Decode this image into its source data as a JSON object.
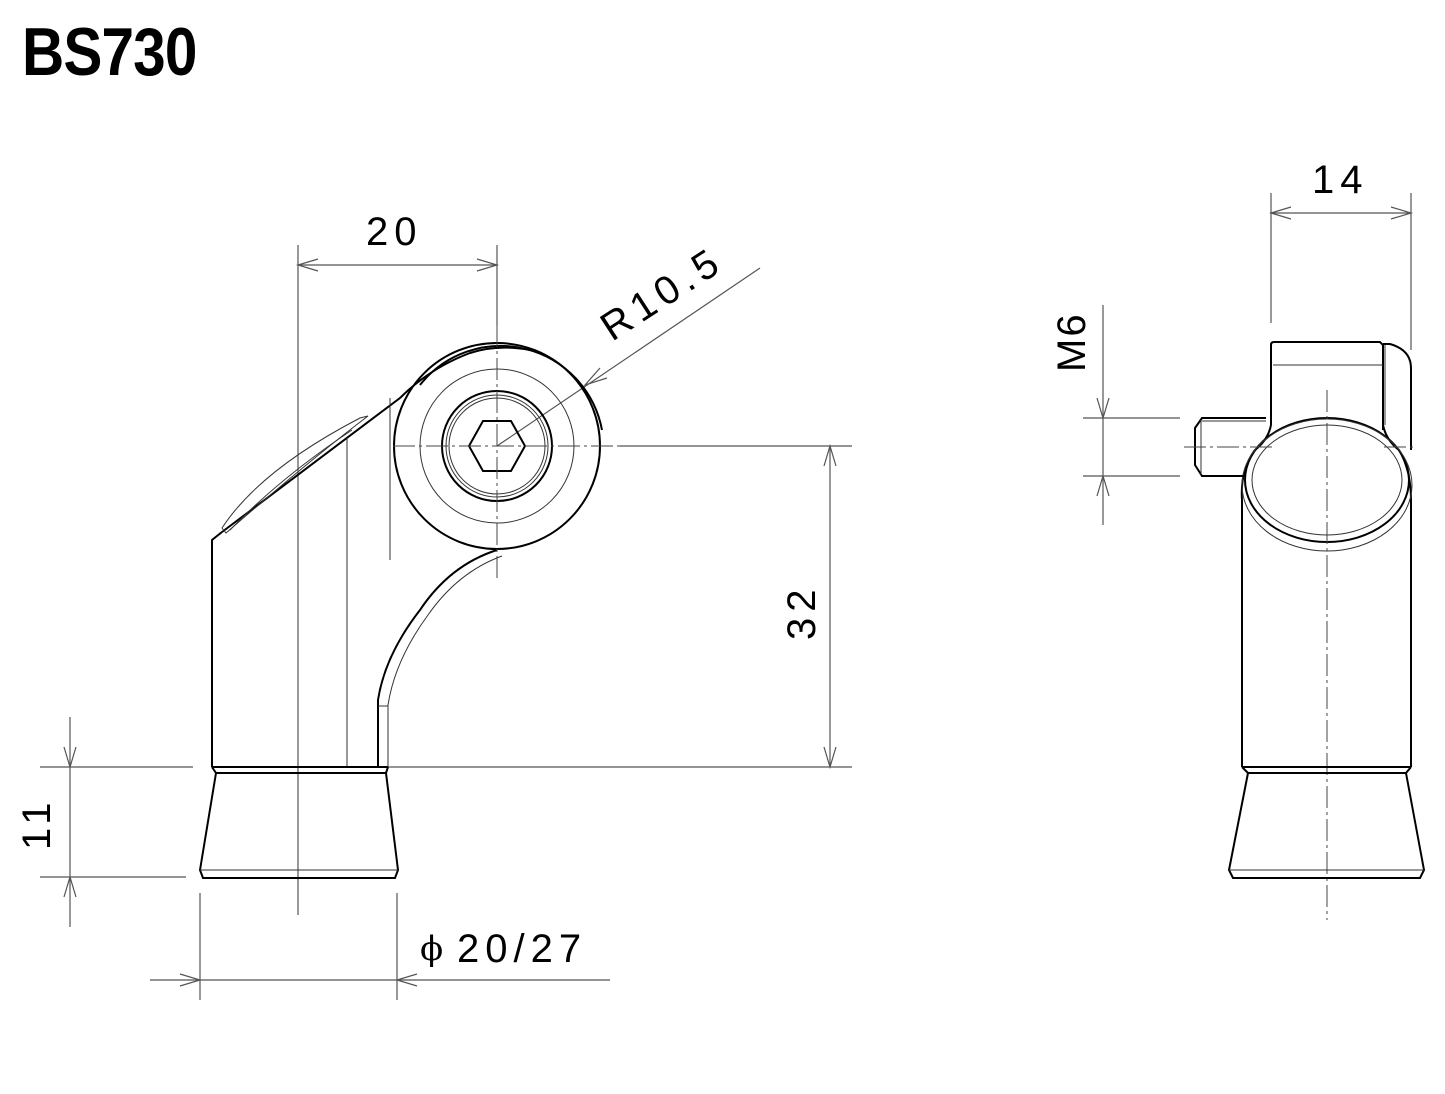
{
  "drawing": {
    "title": "BS730",
    "line_color": "#000000",
    "background": "#ffffff",
    "front_view": {
      "dimensions": {
        "width_to_pivot": "20",
        "radius": "R10.5",
        "pivot_height": "32",
        "base_height": "11",
        "diameter_symbol": "ϕ",
        "diameter": "20/27"
      }
    },
    "side_view": {
      "dimensions": {
        "width": "14",
        "thread": "M6"
      }
    }
  }
}
